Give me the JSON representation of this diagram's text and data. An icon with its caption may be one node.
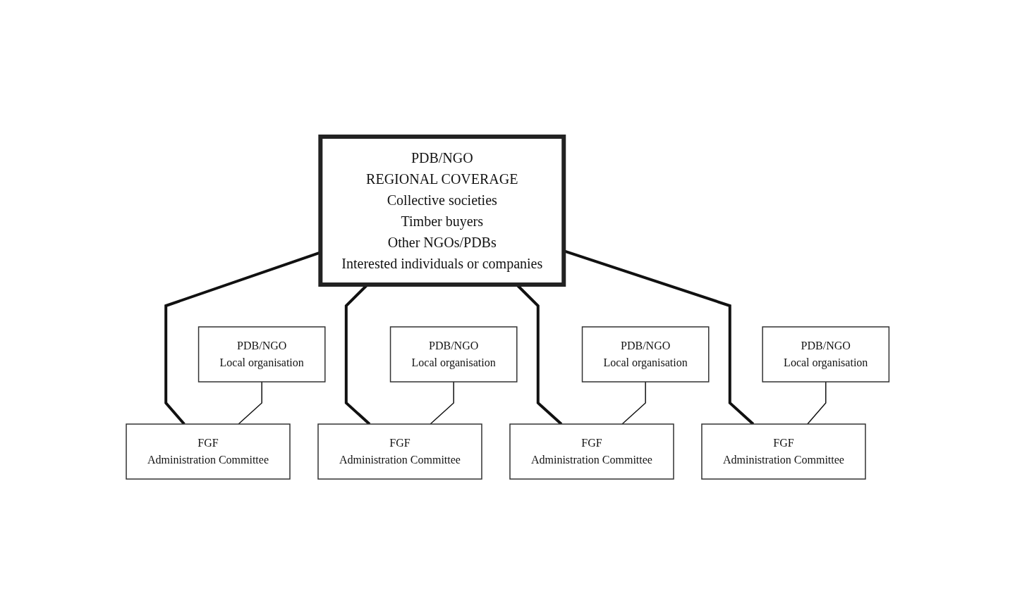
{
  "diagram": {
    "nodes": [
      {
        "text": [
          "PDB/NGO",
          "REGIONAL COVERAGE",
          "Collective societies",
          "Timber buyers",
          "Other NGOs/PDBs",
          "Interested individuals or companies"
        ]
      },
      {
        "text": [
          "PDB/NGO",
          "Local organisation"
        ]
      },
      {
        "text": [
          "FGF",
          "Administration Committee"
        ]
      },
      {
        "text": [
          "PDB/NGO",
          "Local organisation"
        ]
      },
      {
        "text": [
          "FGF",
          "Administration Committee"
        ]
      },
      {
        "text": [
          "PDB/NGO",
          "Local organisation"
        ]
      },
      {
        "text": [
          "FGF",
          "Administration Committee"
        ]
      },
      {
        "text": [
          "PDB/NGO",
          "Local organisation"
        ]
      },
      {
        "text": [
          "FGF",
          "Administration Committee"
        ]
      }
    ],
    "edges": [
      {
        "from": 0,
        "to": 2,
        "arrow": "none",
        "style": "thick"
      },
      {
        "from": 0,
        "to": 4,
        "arrow": "none",
        "style": "thick"
      },
      {
        "from": 0,
        "to": 6,
        "arrow": "none",
        "style": "thick"
      },
      {
        "from": 0,
        "to": 8,
        "arrow": "none",
        "style": "thick"
      },
      {
        "from": 1,
        "to": 2,
        "arrow": "none"
      },
      {
        "from": 3,
        "to": 4,
        "arrow": "none"
      },
      {
        "from": 5,
        "to": 6,
        "arrow": "none"
      },
      {
        "from": 7,
        "to": 8,
        "arrow": "none"
      }
    ]
  }
}
